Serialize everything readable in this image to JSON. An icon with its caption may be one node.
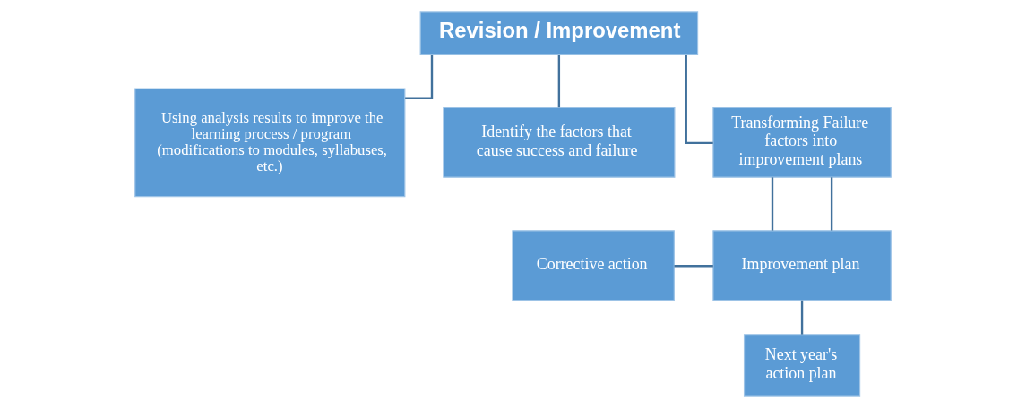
{
  "diagram": {
    "nodes": [
      {
        "text": [
          "Revision / Improvement"
        ]
      },
      {
        "text": [
          "Using analysis results to improve the learning process / program (modifications to modules, syllabuses, etc.)"
        ]
      },
      {
        "text": [
          "Identify the factors that cause success and failure"
        ]
      },
      {
        "text": [
          "Transforming Failure factors into improvement plans"
        ]
      },
      {
        "text": [
          "Corrective action"
        ]
      },
      {
        "text": [
          "Improvement plan"
        ]
      },
      {
        "text": [
          "Next year's action plan"
        ]
      }
    ],
    "edges": [
      {
        "from": 0,
        "to": 1,
        "arrow": "none"
      },
      {
        "from": 0,
        "to": 2,
        "arrow": "none"
      },
      {
        "from": 0,
        "to": 3,
        "arrow": "none"
      },
      {
        "from": 3,
        "to": 5,
        "arrow": "none"
      },
      {
        "from": 3,
        "to": 5,
        "arrow": "none"
      },
      {
        "from": 4,
        "to": 5,
        "arrow": "none"
      },
      {
        "from": 5,
        "to": 6,
        "arrow": "none"
      }
    ]
  }
}
